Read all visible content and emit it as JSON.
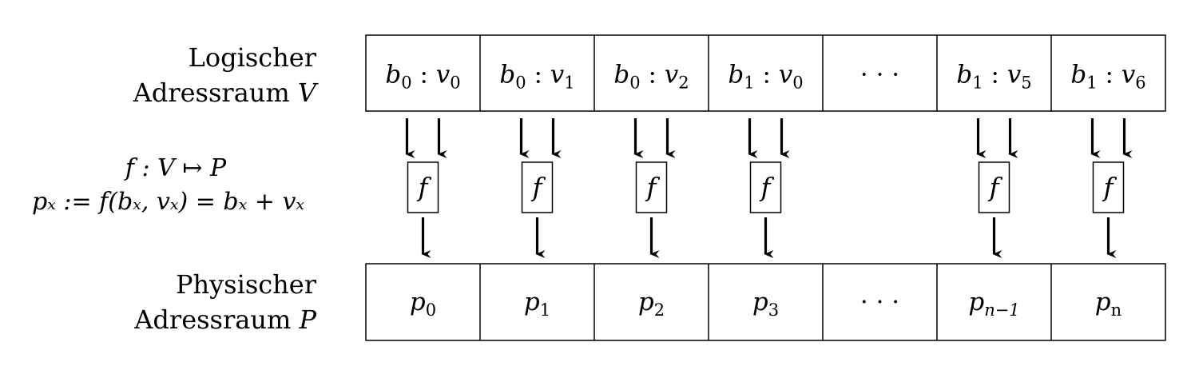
{
  "logical": {
    "label_line1": "Logischer",
    "label_line2": "Adressraum",
    "label_var": "V",
    "cells": [
      {
        "b": "b",
        "bi": "0",
        "v": "v",
        "vi": "0"
      },
      {
        "b": "b",
        "bi": "0",
        "v": "v",
        "vi": "1"
      },
      {
        "b": "b",
        "bi": "0",
        "v": "v",
        "vi": "2"
      },
      {
        "b": "b",
        "bi": "1",
        "v": "v",
        "vi": "0"
      },
      {
        "ellipsis": "· · ·"
      },
      {
        "b": "b",
        "bi": "1",
        "v": "v",
        "vi": "5"
      },
      {
        "b": "b",
        "bi": "1",
        "v": "v",
        "vi": "6"
      }
    ]
  },
  "physical": {
    "label_line1": "Physischer",
    "label_line2": "Adressraum",
    "label_var": "P",
    "cells": [
      {
        "p": "p",
        "pi": "0"
      },
      {
        "p": "p",
        "pi": "1"
      },
      {
        "p": "p",
        "pi": "2"
      },
      {
        "p": "p",
        "pi": "3"
      },
      {
        "ellipsis": "· · ·"
      },
      {
        "p": "p",
        "pi": "n−1"
      },
      {
        "p": "p",
        "pi": "n"
      }
    ]
  },
  "function": {
    "symbol": "f",
    "mapping_line": "f : V ↦ P",
    "definition_line": "pₓ := f(bₓ, vₓ) = bₓ + vₓ"
  },
  "colors": {
    "stroke": "#000000",
    "background": "#ffffff"
  }
}
